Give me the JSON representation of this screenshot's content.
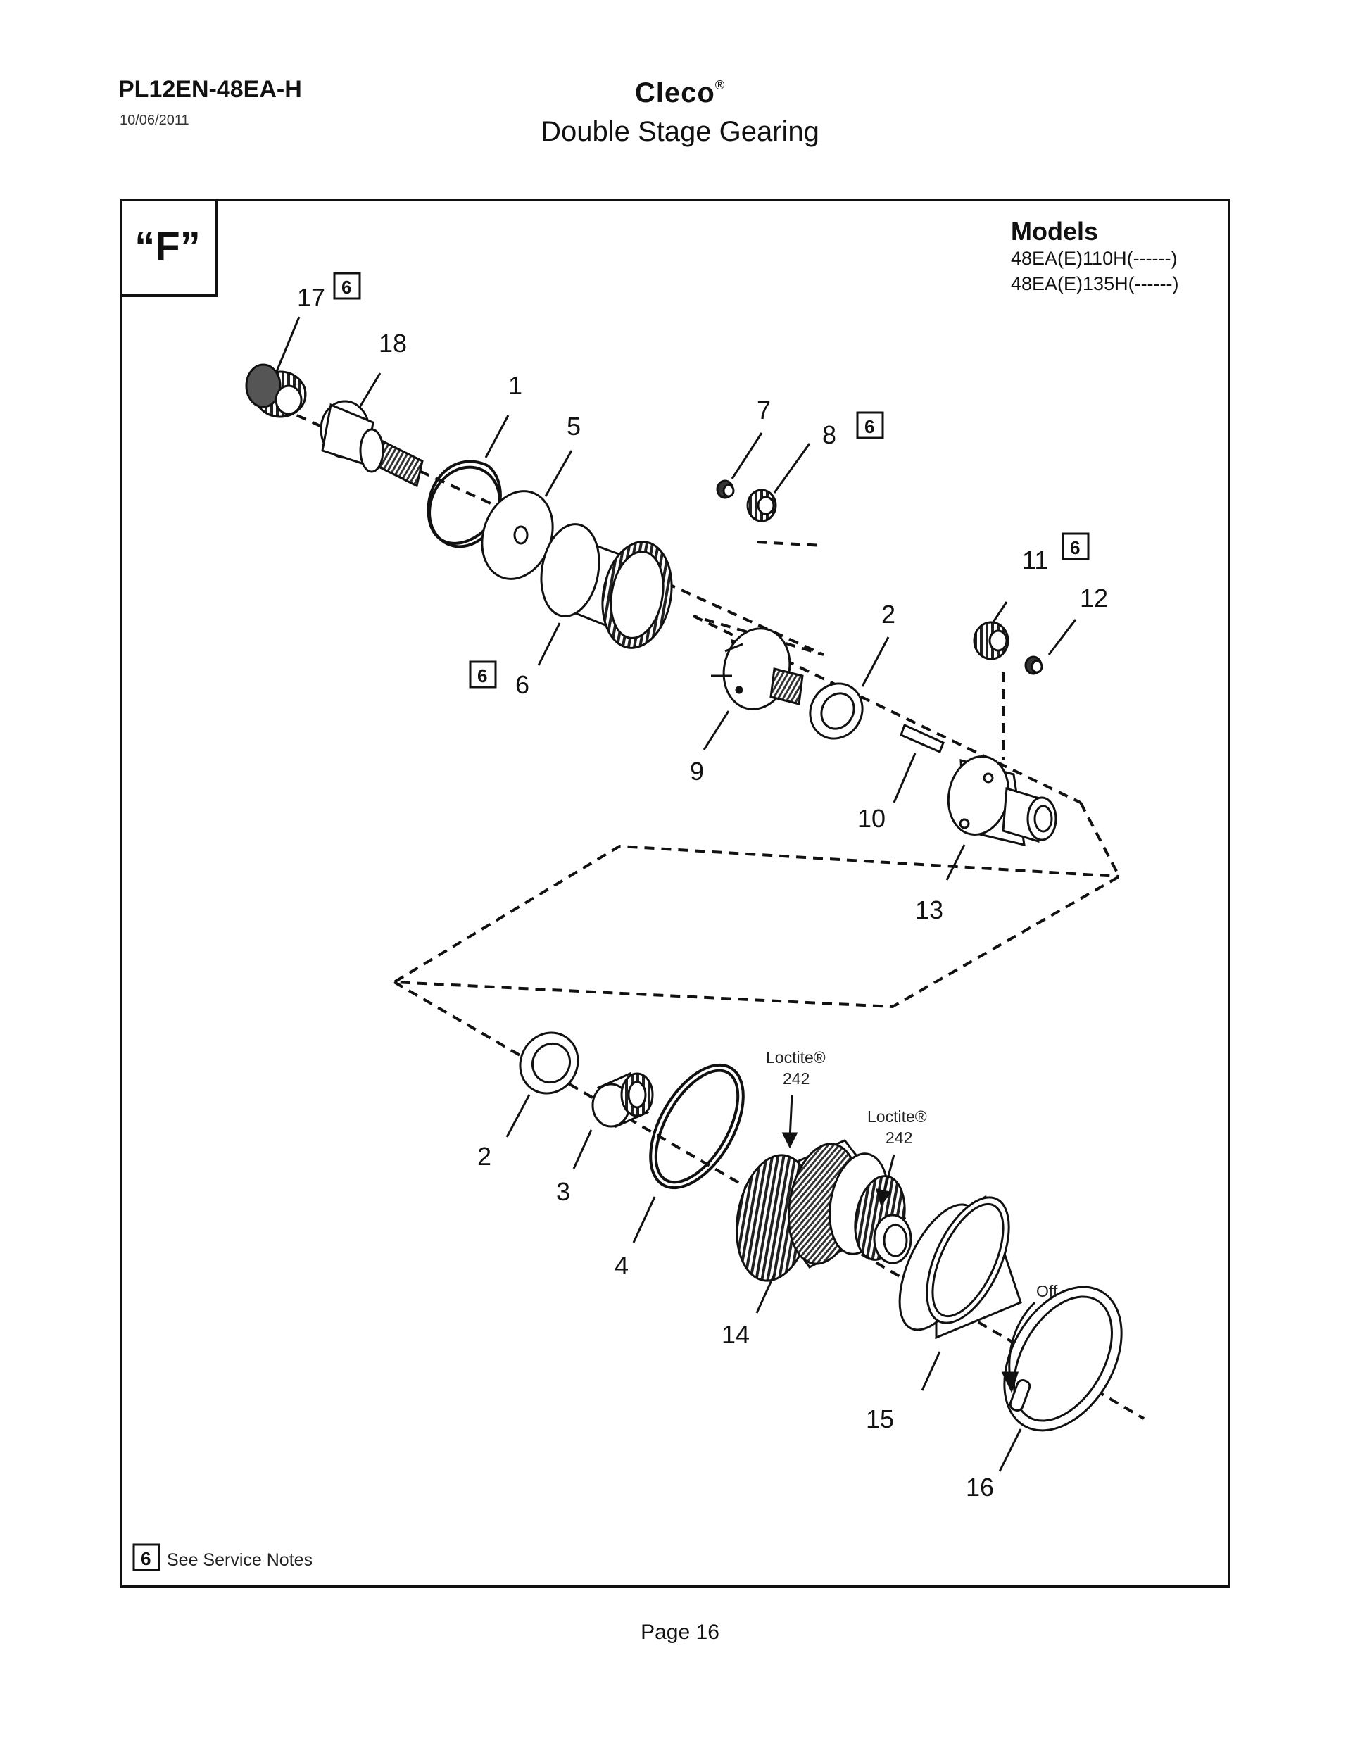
{
  "header": {
    "doc_id": "PL12EN-48EA-H",
    "date": "10/06/2011",
    "brand": "Cleco",
    "brand_mark": "®",
    "title": "Double Stage Gearing"
  },
  "view": {
    "label": "“F”"
  },
  "models": {
    "title": "Models",
    "items": [
      "48EA(E)110H(------)",
      "48EA(E)135H(------)"
    ]
  },
  "callouts": {
    "p1": "1",
    "p2a": "2",
    "p2b": "2",
    "p3": "3",
    "p4": "4",
    "p5": "5",
    "p6": "6",
    "p7": "7",
    "p8": "8",
    "p9": "9",
    "p10": "10",
    "p11": "11",
    "p12": "12",
    "p13": "13",
    "p14": "14",
    "p15": "15",
    "p16": "16",
    "p17": "17",
    "p18": "18"
  },
  "service_marker": "6",
  "notes": {
    "loctite_a_line1": "Loctite®",
    "loctite_a_line2": "242",
    "loctite_b_line1": "Loctite®",
    "loctite_b_line2": "242",
    "off": "Off"
  },
  "legend": {
    "marker": "6",
    "text": "See Service Notes"
  },
  "footer": {
    "page": "Page 16"
  }
}
